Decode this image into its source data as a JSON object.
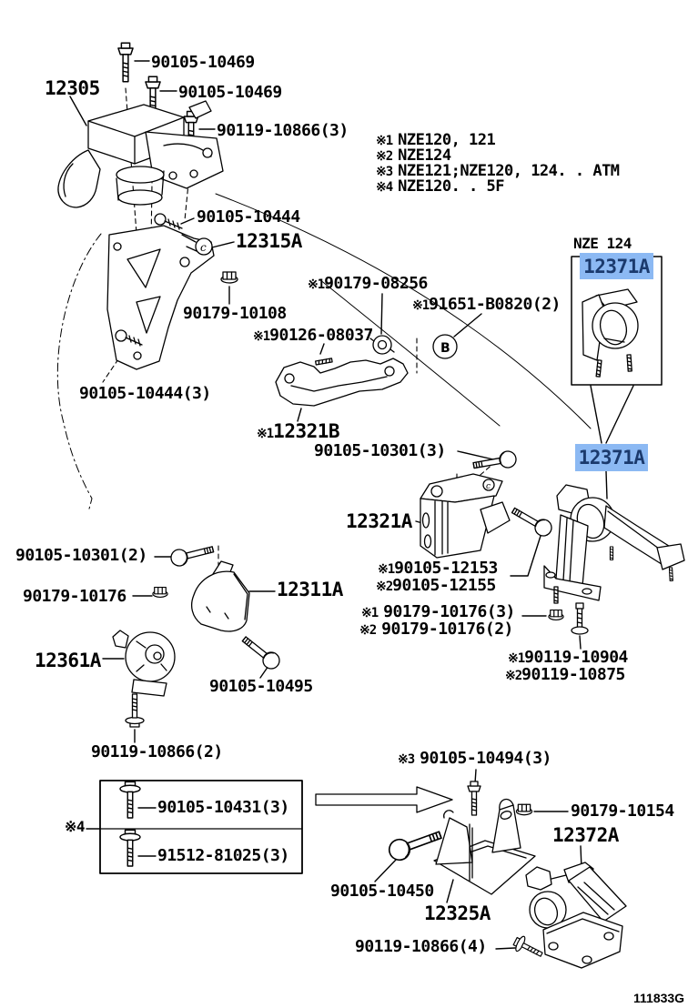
{
  "colors": {
    "hl-bg": "#8cb9f3",
    "hl-fg": "#1b3a6d",
    "ink": "#000000",
    "paper": "#ffffff"
  },
  "footer": {
    "code": "111833G"
  },
  "notes": [
    {
      "prefix": "※1",
      "text": "NZE120, 121"
    },
    {
      "prefix": "※2",
      "text": "NZE124"
    },
    {
      "prefix": "※3",
      "text": "NZE121;NZE120, 124. . ATM"
    },
    {
      "prefix": "※4",
      "text": "NZE120. . 5F"
    }
  ],
  "variant_box": {
    "title": "NZE 124",
    "part_no": "12371A"
  },
  "highlight": {
    "part_no": "12371A"
  },
  "glyphs": {
    "circled_b": "B",
    "circled_c": "c"
  },
  "labels": {
    "p10469a": "90105-10469",
    "p10469b": "90105-10469",
    "p10866_3": "90119-10866(3)",
    "p12305": "12305",
    "p10444": "90105-10444",
    "p12315A": "12315A",
    "p10108": "90179-10108",
    "p08256": {
      "prefix": "※1",
      "text": "90179-08256"
    },
    "pB0820": {
      "prefix": "※1",
      "text": "91651-B0820(2)"
    },
    "p08037": {
      "prefix": "※1",
      "text": "90126-08037"
    },
    "p10444_3": "90105-10444(3)",
    "p12321B": {
      "prefix": "※1",
      "text": "12321B"
    },
    "p10301_3": "90105-10301(3)",
    "p12321A": "12321A",
    "p12153": {
      "prefix": "※1",
      "text": "90105-12153"
    },
    "p12155": {
      "prefix": "※2",
      "text": "90105-12155"
    },
    "p10301_2": "90105-10301(2)",
    "p10176": "90179-10176",
    "p12311A": "12311A",
    "p10176_3": {
      "prefix": "※1",
      "text": "90179-10176(3)"
    },
    "p10176_2": {
      "prefix": "※2",
      "text": "90179-10176(2)"
    },
    "p10904": {
      "prefix": "※1",
      "text": "90119-10904"
    },
    "p10875": {
      "prefix": "※2",
      "text": "90119-10875"
    },
    "p12361A": "12361A",
    "p10495": "90105-10495",
    "p10866_2": "90119-10866(2)",
    "p10431_3": "90105-10431(3)",
    "p81025_3": "91512-81025(3)",
    "box_marker": "※4",
    "p10494_3": {
      "prefix": "※3",
      "text": "90105-10494(3)"
    },
    "p10154": "90179-10154",
    "p12372A": "12372A",
    "p10450": "90105-10450",
    "p12325A": "12325A",
    "p10866_4": "90119-10866(4)"
  }
}
